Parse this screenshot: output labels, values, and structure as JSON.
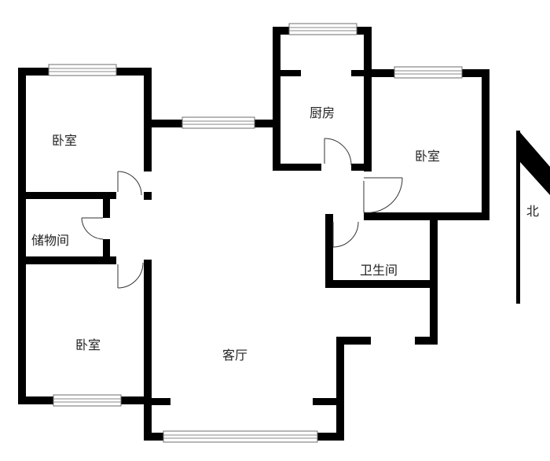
{
  "rooms": {
    "bedroom_top_left": "卧室",
    "kitchen": "厨房",
    "bedroom_right": "卧室",
    "storage": "储物间",
    "bathroom": "卫生间",
    "bedroom_bottom_left": "卧室",
    "living_room": "客厅"
  },
  "compass": {
    "north": "北"
  },
  "colors": {
    "wall": "#000000",
    "background": "#ffffff"
  }
}
